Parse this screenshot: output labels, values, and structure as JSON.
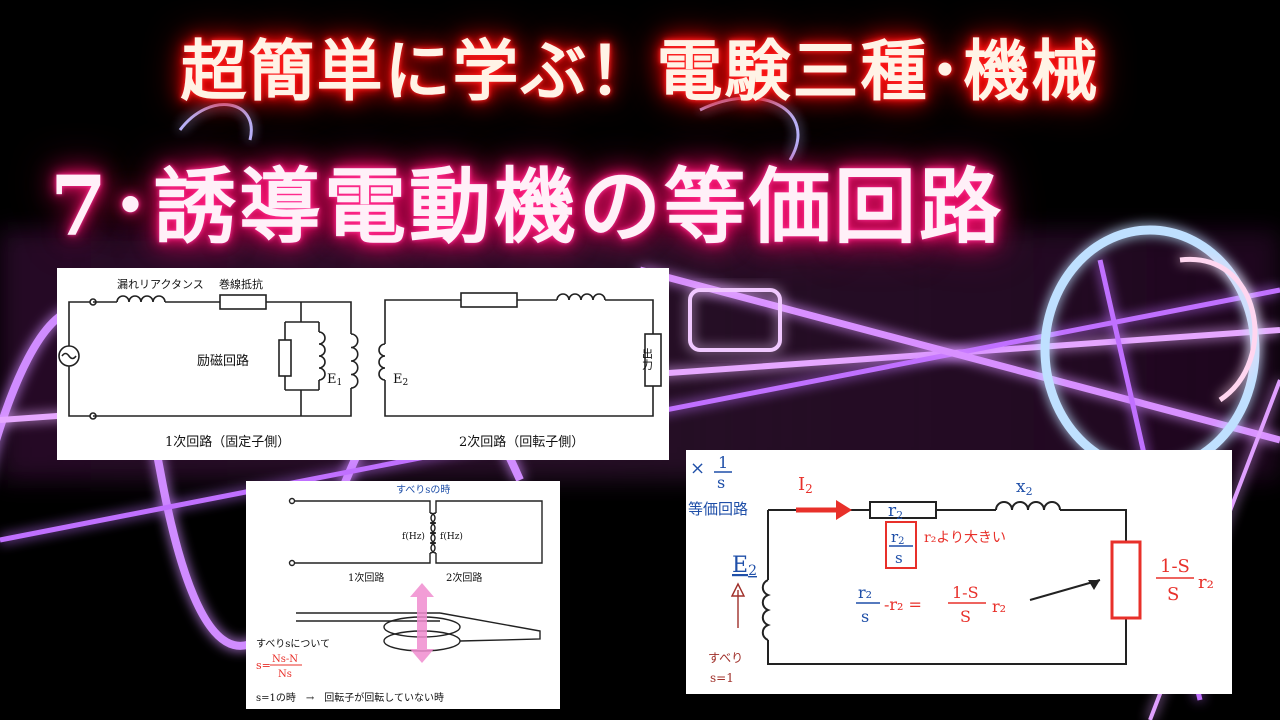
{
  "title_line1": "超簡単に学ぶ！電験三種･機械",
  "title_line2": "7･誘導電動機の等価回路",
  "colors": {
    "title1_glow": "#ff1010",
    "title2_glow": "#ff0066",
    "neon_purple": "#d08cff",
    "neon_blue": "#bfe0ff",
    "red_accent": "#e8302a",
    "blue_accent": "#1f4fa8"
  },
  "panel1": {
    "label_leakage_reactance": "漏れリアクタンス",
    "label_winding_resistance": "巻線抵抗",
    "label_excitation": "励磁回路",
    "label_e1": "E",
    "label_e1_sub": "1",
    "label_e2": "E",
    "label_e2_sub": "2",
    "label_output": "出力",
    "caption_primary": "1次回路（固定子側）",
    "caption_secondary": "2次回路（回転子側）"
  },
  "panel2": {
    "label_slip_time": "すべりsの時",
    "label_f_left": "f(Hz)",
    "label_f_right": "f(Hz)",
    "caption_primary": "1次回路",
    "caption_secondary": "2次回路",
    "label_about_slip": "すべりsについて",
    "formula_s": "s=",
    "formula_num": "Ns-N",
    "formula_den": "Ns",
    "note_s1": "s=1の時　→　回転子が回転していない時"
  },
  "panel3": {
    "times": "×",
    "frac_num": "1",
    "frac_den": "s",
    "label_equiv": "等価回路",
    "label_i2": "I",
    "label_i2_sub": "2",
    "label_r2": "r",
    "label_r2_sub": "2",
    "label_x2": "x",
    "label_x2_sub": "2",
    "box_num": "r",
    "box_num_sub": "2",
    "box_den": "s",
    "label_bigger": "r₂より大きい",
    "label_e2": "E",
    "label_e2_sub": "2",
    "label_slip": "すべり",
    "label_s1": "s=1",
    "eq_left_num": "r₂",
    "eq_left_den": "s",
    "eq_minus": "-r₂ =",
    "eq_right_num": "1-S",
    "eq_right_den": "S",
    "eq_r2": "r₂",
    "load_num": "1-S",
    "load_den": "S",
    "load_r2": "r₂"
  }
}
